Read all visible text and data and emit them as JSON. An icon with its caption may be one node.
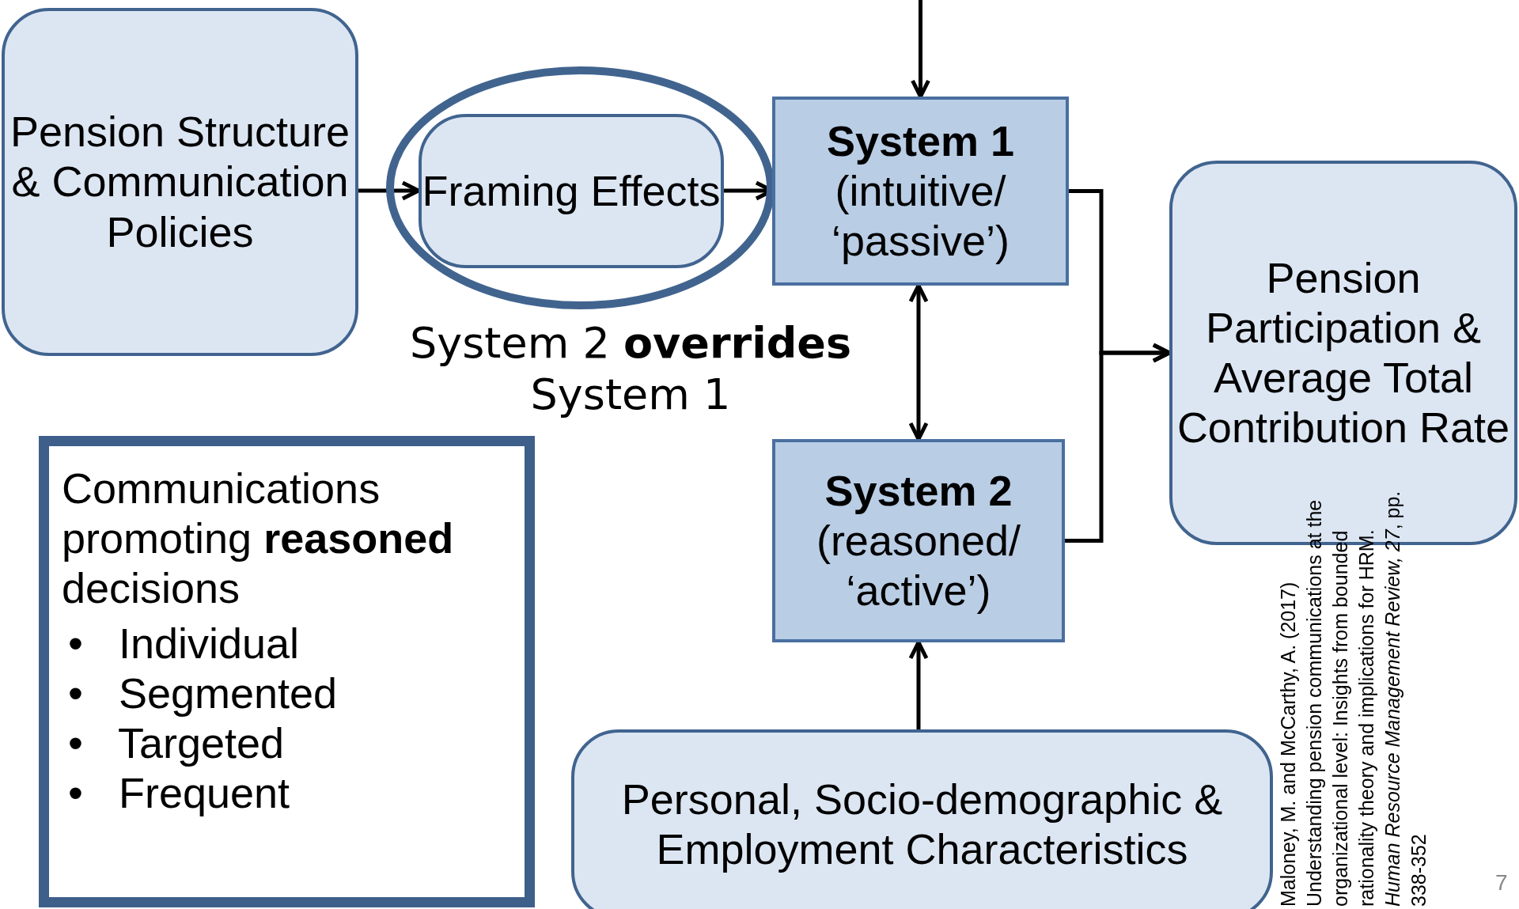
{
  "diagram": {
    "nodes": [
      {
        "text": [
          "Pension Structure & Communication Policies"
        ]
      },
      {
        "text": [],
        "shape": "ellipse",
        "beside": [
          "System 2 **overrides** System 1"
        ]
      },
      {
        "text": [
          "Framing Effects"
        ],
        "in": 1
      },
      {
        "text": [
          "System 1",
          "(intuitive/ ‘passive’)"
        ]
      },
      {
        "text": [
          "System 2",
          "(reasoned/ ‘active’)"
        ]
      },
      {
        "text": [
          "Pension Participation & Average Total Contribution Rate"
        ]
      },
      {
        "text": [
          "Personal, Socio-demographic & Employment Characteristics"
        ]
      },
      {
        "text": [
          "Communications promoting **reasoned** decisions",
          "•   Individual",
          "•   Segmented",
          "•   Targeted",
          "•   Frequent"
        ]
      }
    ],
    "edges": [
      {
        "from": null,
        "to": 3,
        "arrow": "to"
      },
      {
        "from": 0,
        "to": 2,
        "arrow": "to"
      },
      {
        "from": 2,
        "to": 3,
        "arrow": "to"
      },
      {
        "from": 3,
        "to": 4,
        "arrow": "both"
      },
      {
        "from": 3,
        "to": 5,
        "arrow": "to"
      },
      {
        "from": 4,
        "to": 5,
        "arrow": "to"
      },
      {
        "from": 6,
        "to": 4,
        "arrow": "to"
      }
    ],
    "labels": [
      "Maloney, M. and McCarthy, A. (2017) Understanding pension communications at the organizational level:  Insights from bounded rationality theory and implications for HRM. *Human Resource Management Review, 27*, pp. 338-352",
      "7"
    ]
  }
}
